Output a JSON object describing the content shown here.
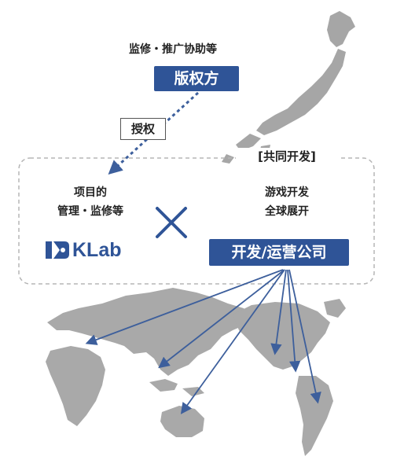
{
  "top": {
    "caption": "监修・推广协助等",
    "rights_holder": "版权方",
    "license": "授权"
  },
  "collab_box": {
    "title": "[共同开发]",
    "left_line1": "项目的",
    "left_line2": "管理・监修等",
    "right_line1": "游戏开发",
    "right_line2": "全球展开",
    "cross_symbol": "×",
    "operator": "开发/运营公司"
  },
  "logo": {
    "text": "KLab"
  },
  "colors": {
    "accent_blue": "#2f5497",
    "map_gray": "#a9a9a9",
    "dashed_border": "#b5b5b5"
  }
}
